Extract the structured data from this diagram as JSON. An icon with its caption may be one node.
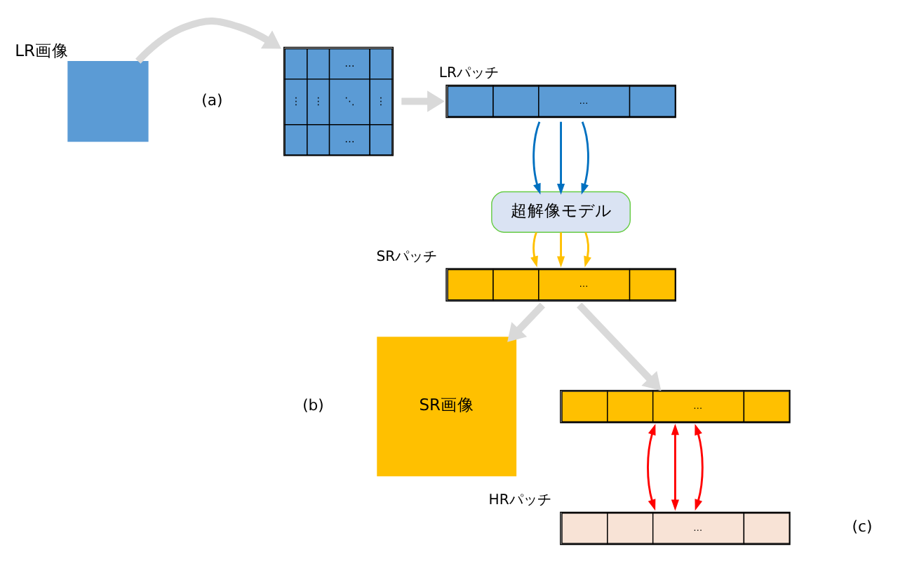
{
  "diagram": {
    "nodes": [
      {
        "text": [],
        "shape": "box",
        "beside": [
          "LR画像"
        ]
      },
      {
        "text": [
          "…",
          "⋮",
          "⋮",
          "⋱",
          "⋮",
          "…"
        ]
      },
      {
        "text": [
          "…"
        ],
        "beside": [
          "LRパッチ"
        ]
      },
      {
        "text": [
          "超解像モデル"
        ]
      },
      {
        "text": [
          "…"
        ],
        "beside": [
          "SRパッチ"
        ]
      },
      {
        "text": [
          "SR画像"
        ]
      },
      {
        "text": [
          "…"
        ]
      },
      {
        "text": [
          "…"
        ],
        "beside": [
          "HRパッチ"
        ]
      }
    ],
    "edges": [
      {
        "from": 0,
        "to": 1,
        "arrow": "to",
        "style": "thick",
        "color": "#d9d9d9"
      },
      {
        "from": 1,
        "to": 2,
        "arrow": "to",
        "style": "thick",
        "color": "#d9d9d9"
      },
      {
        "from": 2,
        "to": 3,
        "arrow": "to",
        "color": "#0070c0"
      },
      {
        "from": 2,
        "to": 3,
        "arrow": "to",
        "color": "#0070c0"
      },
      {
        "from": 2,
        "to": 3,
        "arrow": "to",
        "color": "#0070c0"
      },
      {
        "from": 3,
        "to": 4,
        "arrow": "to",
        "color": "#ffc000"
      },
      {
        "from": 3,
        "to": 4,
        "arrow": "to",
        "color": "#ffc000"
      },
      {
        "from": 3,
        "to": 4,
        "arrow": "to",
        "color": "#ffc000"
      },
      {
        "from": 4,
        "to": 5,
        "arrow": "to",
        "style": "thick",
        "color": "#d9d9d9"
      },
      {
        "from": 4,
        "to": 6,
        "arrow": "to",
        "style": "thick",
        "color": "#d9d9d9"
      },
      {
        "from": 6,
        "to": 7,
        "arrow": "both",
        "color": "#ff0000"
      },
      {
        "from": 6,
        "to": 7,
        "arrow": "both",
        "color": "#ff0000"
      },
      {
        "from": 6,
        "to": 7,
        "arrow": "both",
        "color": "#ff0000"
      }
    ],
    "labels": [
      "(a)",
      "(b)",
      "(c)"
    ]
  }
}
